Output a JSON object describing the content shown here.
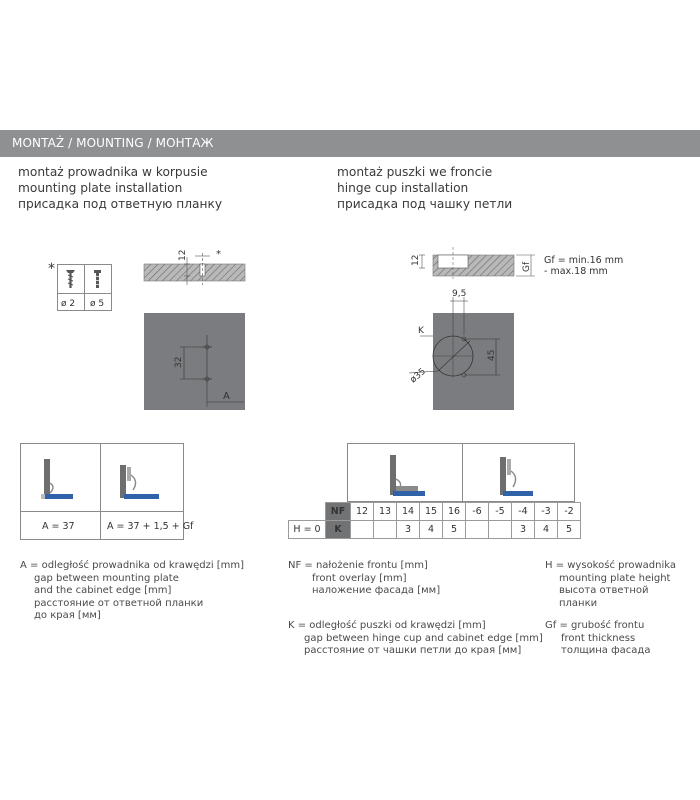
{
  "header": {
    "title": "MONTAŻ / MOUNTING / МОНТАЖ"
  },
  "left_section": {
    "lines": [
      "montaż prowadnika w korpusie",
      "mounting plate installation",
      "присадка под ответную планку"
    ]
  },
  "right_section": {
    "lines": [
      "montaż puszki we froncie",
      "hinge cup installation",
      "присадка под чашку петли"
    ]
  },
  "screw_table": {
    "asterisk": "*",
    "cells": [
      "ø 2",
      "ø 5"
    ]
  },
  "left_drawing": {
    "dim_12": "12",
    "asterisk": "*",
    "dim_32": "32",
    "dim_a": "A"
  },
  "right_drawing": {
    "dim_12": "12",
    "dim_gf": "Gf",
    "gf_min": "Gf = min.16 mm",
    "gf_max": "- max.18 mm",
    "dim_9_5": "9,5",
    "dim_k": "K",
    "dim_45": "45",
    "dim_35": "ø35"
  },
  "a_table": {
    "cells": [
      "A = 37",
      "A = 37 + 1,5 + Gf"
    ]
  },
  "nf_table": {
    "nf_label": "NF",
    "k_label": "K",
    "h_label": "H = 0",
    "nf_values": [
      "12",
      "13",
      "14",
      "15",
      "16",
      "-6",
      "-5",
      "-4",
      "-3",
      "-2"
    ],
    "k_values": [
      "",
      "",
      "3",
      "4",
      "5",
      "",
      "",
      "3",
      "4",
      "5"
    ]
  },
  "legend_a": {
    "lines": [
      "A = odległość prowadnika od krawędzi [mm]",
      "gap between mounting plate",
      "and the cabinet edge [mm]",
      "расстояние от ответной планки",
      "до края [мм]"
    ]
  },
  "legend_nf": {
    "lines": [
      "NF = nałożenie frontu [mm]",
      "front overlay [mm]",
      "наложение фасада [мм]"
    ]
  },
  "legend_k": {
    "lines": [
      "K = odległość puszki od krawędzi [mm]",
      "gap between hinge cup and cabinet edge [mm]",
      "расстояние от чашки петли до края [мм]"
    ]
  },
  "legend_h": {
    "lines": [
      "H = wysokość prowadnika",
      "mounting plate height",
      "высота ответной",
      "планки"
    ]
  },
  "legend_gf": {
    "lines": [
      "Gf = grubość frontu",
      "front thickness",
      "толщина фасада"
    ]
  },
  "colors": {
    "header_bar": "#8f9092",
    "panel_fill": "#7b7c7f",
    "hatch": "#9c9c9c",
    "plate_blue": "#2f62a8",
    "table_dark": "#727375"
  }
}
